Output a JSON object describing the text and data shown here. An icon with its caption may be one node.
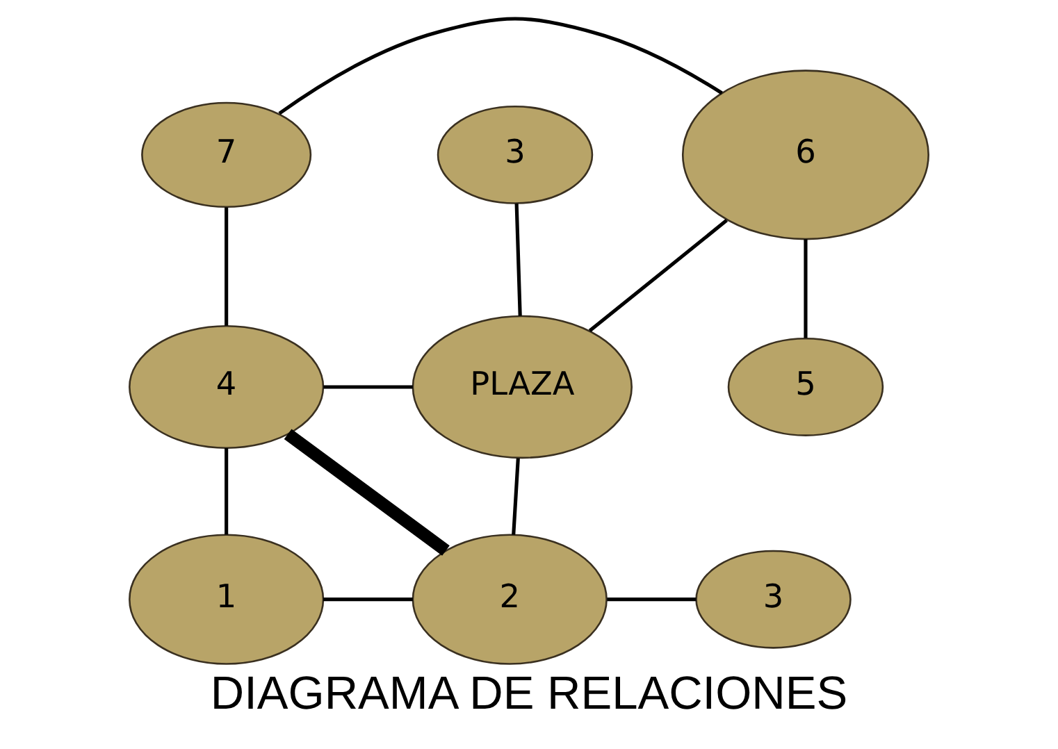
{
  "diagram": {
    "title": "DIAGRAMA DE RELACIONES",
    "nodes": [
      {
        "text": [
          "7"
        ]
      },
      {
        "text": [
          "6"
        ]
      },
      {
        "text": [
          "3"
        ]
      },
      {
        "text": [
          "4"
        ]
      },
      {
        "text": [
          "PLAZA"
        ]
      },
      {
        "text": [
          "5"
        ]
      },
      {
        "text": [
          "3"
        ]
      },
      {
        "text": [
          "1"
        ]
      },
      {
        "text": [
          "2"
        ]
      }
    ],
    "edges": [
      {
        "from": 0,
        "to": 1,
        "arrow": "none"
      },
      {
        "from": 0,
        "to": 3,
        "arrow": "none"
      },
      {
        "from": 2,
        "to": 4,
        "arrow": "none"
      },
      {
        "from": 3,
        "to": 4,
        "arrow": "none"
      },
      {
        "from": 4,
        "to": 1,
        "arrow": "none"
      },
      {
        "from": 1,
        "to": 5,
        "arrow": "none"
      },
      {
        "from": 3,
        "to": 7,
        "arrow": "none"
      },
      {
        "from": 3,
        "to": 8,
        "arrow": "none",
        "style": "thick"
      },
      {
        "from": 4,
        "to": 8,
        "arrow": "none"
      },
      {
        "from": 7,
        "to": 8,
        "arrow": "none"
      },
      {
        "from": 8,
        "to": 6,
        "arrow": "none"
      }
    ]
  }
}
